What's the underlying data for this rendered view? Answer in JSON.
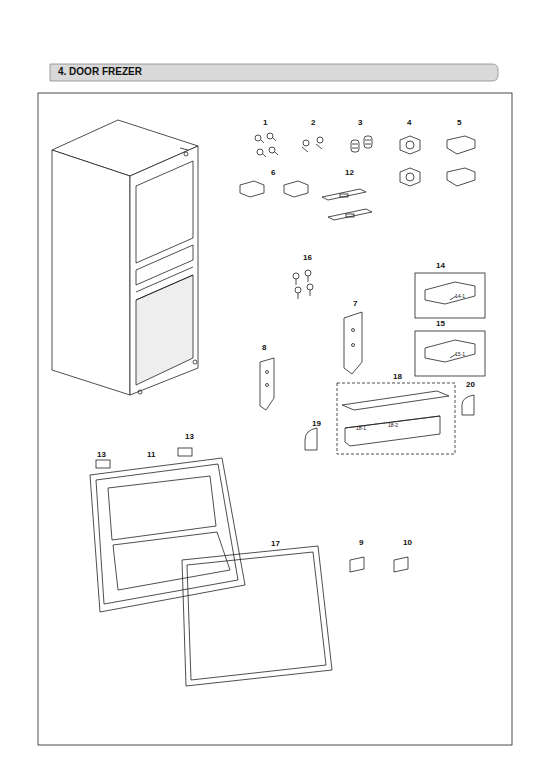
{
  "diagram": {
    "title": "4. DOOR FREZER",
    "labels": [
      "1",
      "2",
      "3",
      "4",
      "5",
      "6",
      "12",
      "16",
      "14",
      "14-1",
      "15",
      "15-1",
      "7",
      "8",
      "18",
      "18-1",
      "18-2",
      "20",
      "19",
      "13",
      "11",
      "13",
      "9",
      "10",
      "17"
    ]
  }
}
